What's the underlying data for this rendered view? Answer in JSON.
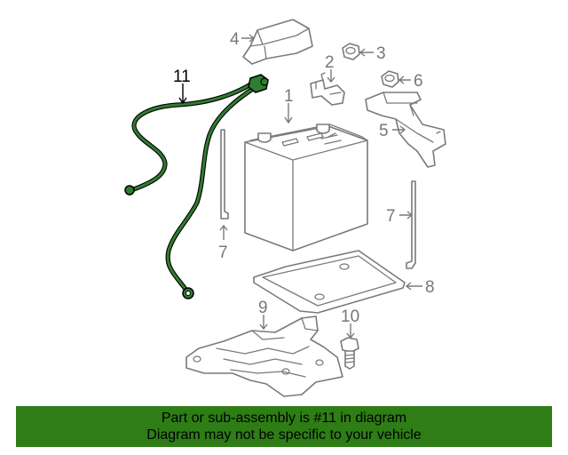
{
  "callouts": {
    "c1": "1",
    "c2": "2",
    "c3": "3",
    "c4": "4",
    "c5": "5",
    "c6": "6",
    "c7a": "7",
    "c7b": "7",
    "c8": "8",
    "c9": "9",
    "c10": "10",
    "c11": "11"
  },
  "banner": {
    "line1": "Part or sub-assembly is #11 in diagram",
    "line2": "Diagram may not be specific to your vehicle"
  },
  "colors": {
    "banner_bg": "#2e7d16",
    "highlight_cable": "#2f7d2f",
    "line_gray": "#7a7a7a"
  }
}
